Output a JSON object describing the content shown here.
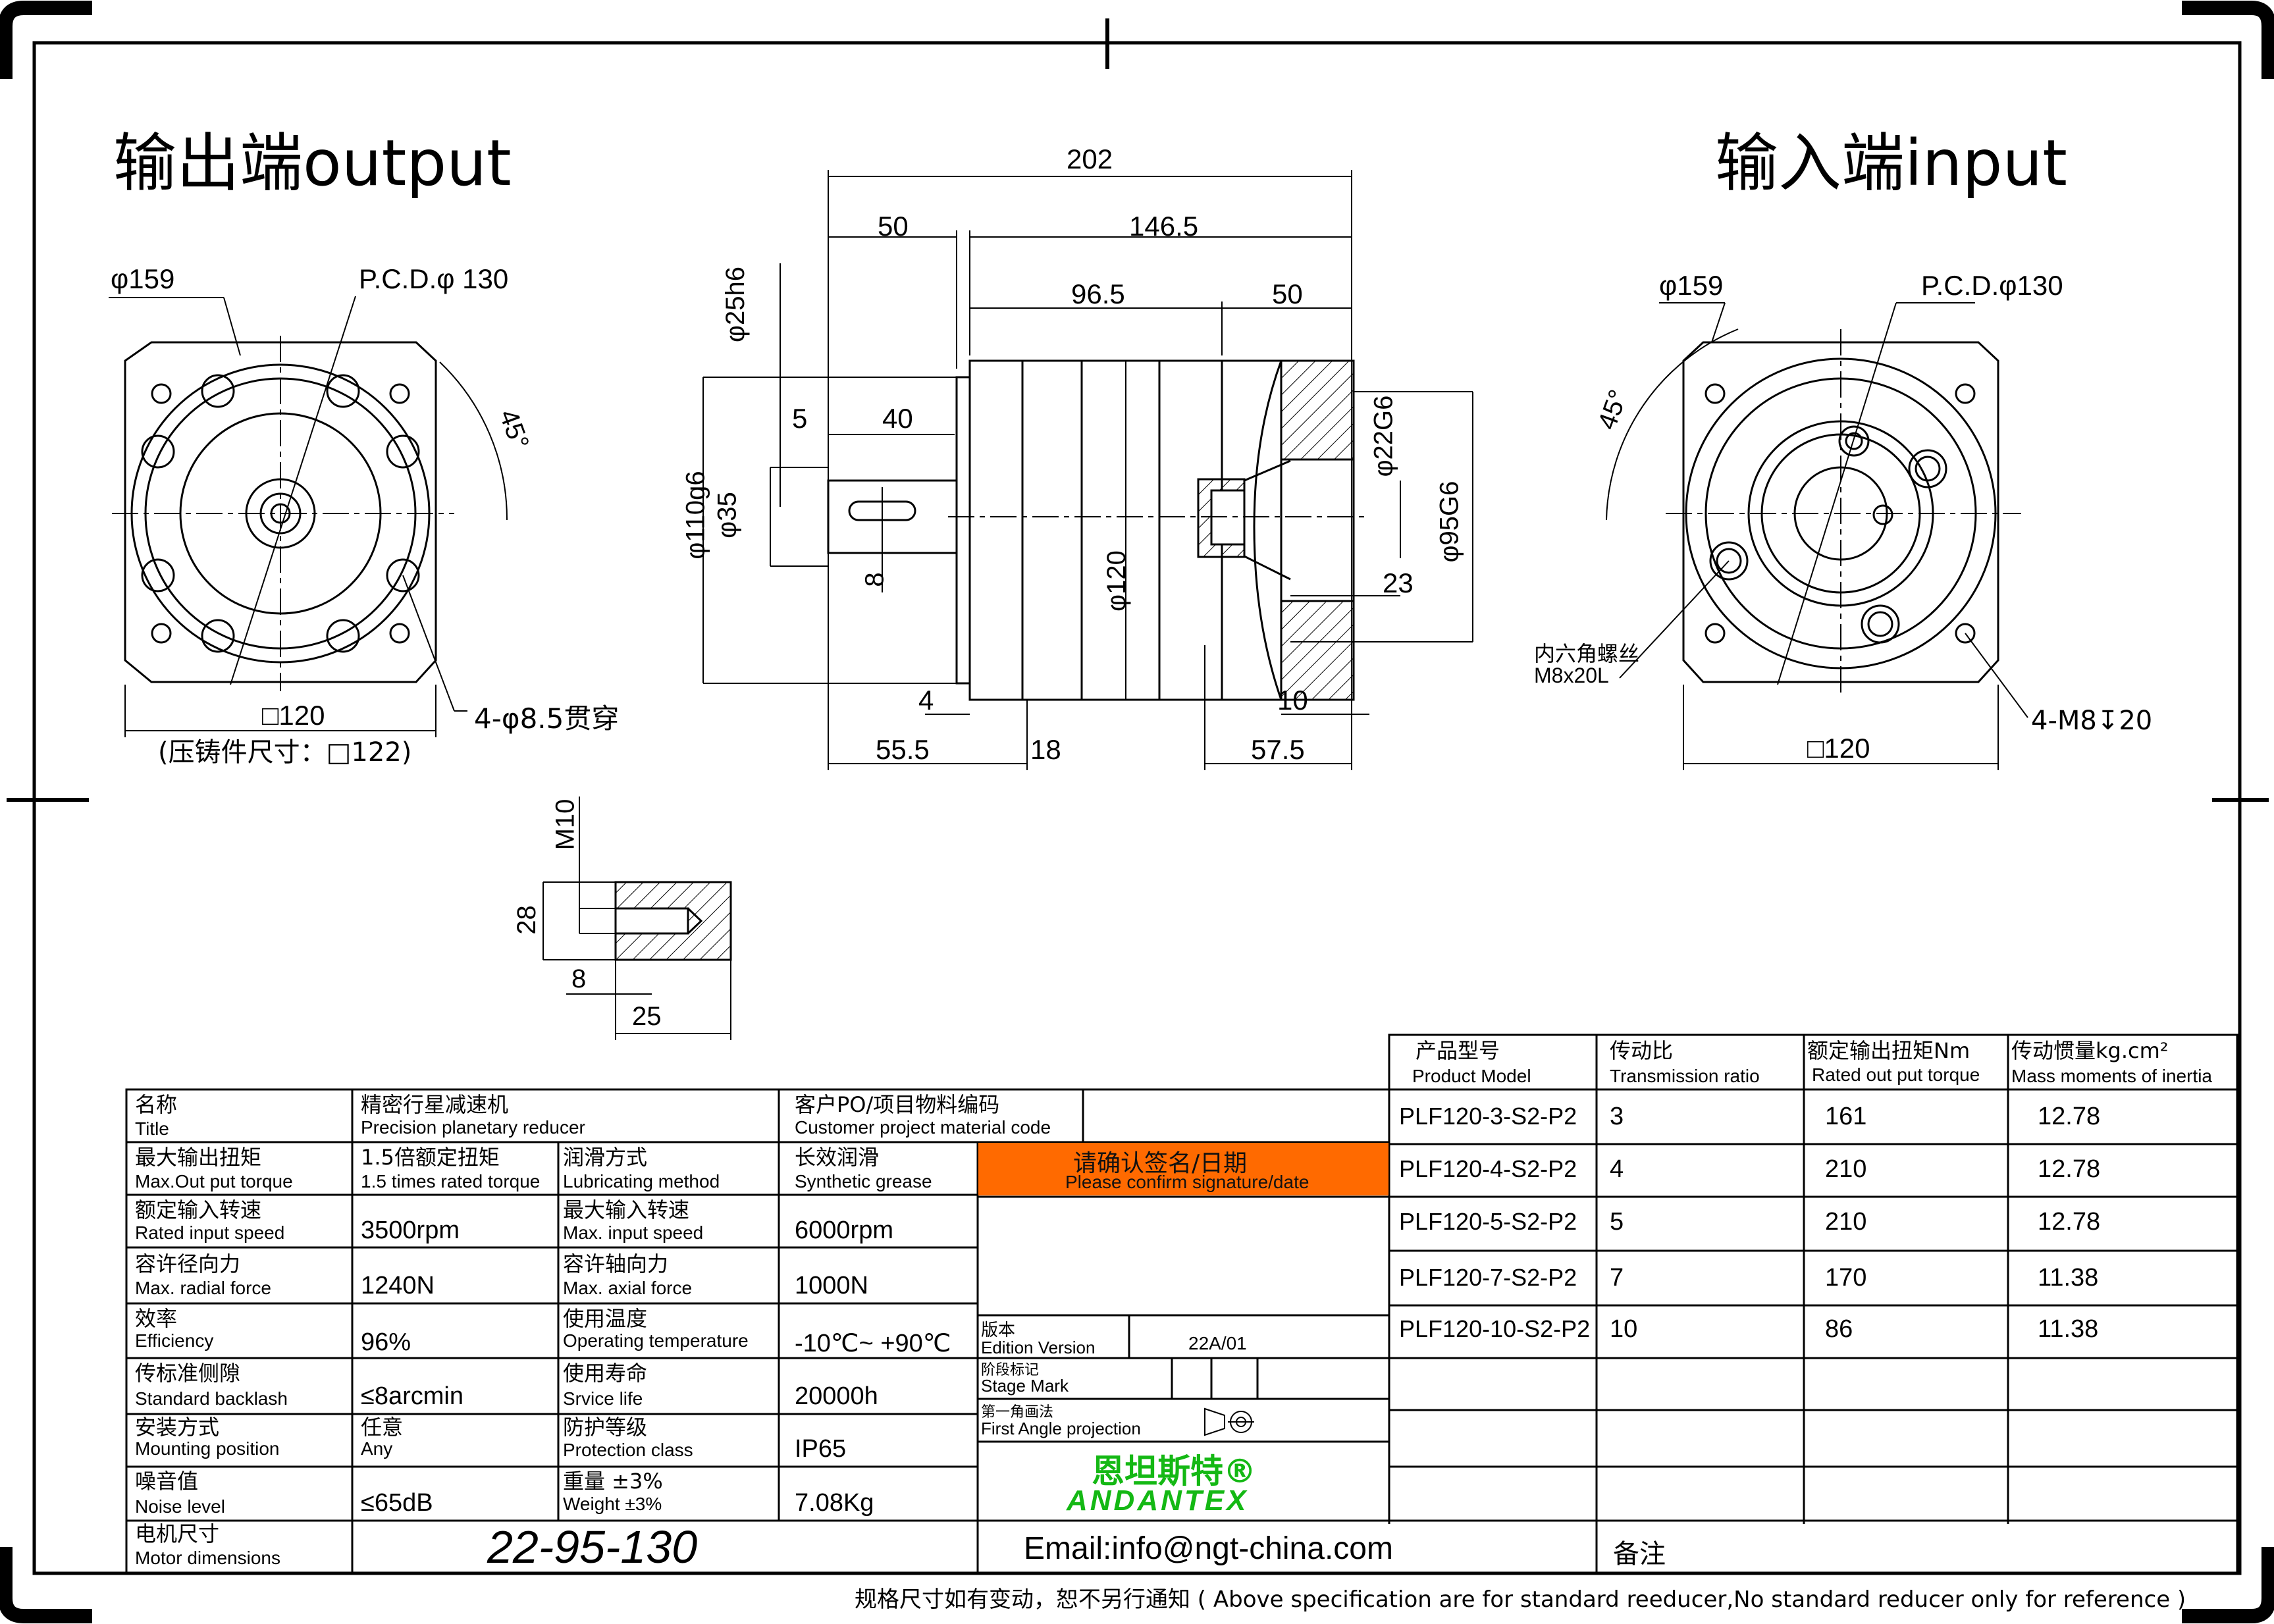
{
  "headings": {
    "output": "输出端output",
    "input": "输入端input"
  },
  "output_view": {
    "dia_outer": "φ159",
    "pcd": "P.C.D.φ 130",
    "angle": "45°",
    "holes": "4-φ8.5贯穿",
    "square": "□120",
    "casting_note": "(压铸件尺寸：□122)"
  },
  "side_view": {
    "overall_length": "202",
    "output_length": "50",
    "body_length": "146.5",
    "mid_length": "96.5",
    "input_length": "50",
    "shaft_dia": "φ25h6",
    "pilot_dia": "φ110g6",
    "shoulder_dia": "φ35",
    "key_offset": "5",
    "key_length": "40",
    "key_width": "8",
    "body_dia": "φ120",
    "bore_dia": "φ22G6",
    "spigot_dia": "φ95G6",
    "bore_depth": "23",
    "flange_thk": "4",
    "dim_55": "55.5",
    "dim_18": "18",
    "dim_10": "10",
    "dim_57": "57.5"
  },
  "input_view": {
    "dia_outer": "φ159",
    "pcd": "P.C.D.φ130",
    "angle": "45°",
    "screw_cn": "内六角螺丝",
    "screw_size": "M8x20L",
    "holes": "4-M8↧20",
    "square": "□120"
  },
  "thread_detail": {
    "thread": "M10",
    "depth_28": "28",
    "dim_8": "8",
    "dim_25": "25"
  },
  "spec_table": {
    "title_cn": "名称",
    "title_en": "Title",
    "title_val_cn": "精密行星减速机",
    "title_val_en": "Precision planetary reducer",
    "cust_cn": "客户PO/项目物料编码",
    "cust_en": "Customer project material code",
    "torque_cn": "最大输出扭矩",
    "torque_en": "Max.Out put torque",
    "torque_val_cn": "1.5倍额定扭矩",
    "torque_val_en": "1.5 times rated torque",
    "lub_cn": "润滑方式",
    "lub_en": "Lubricating method",
    "lub_val_cn": "长效润滑",
    "lub_val_en": "Synthetic grease",
    "confirm_cn": "请确认签名/日期",
    "confirm_en": "Please confirm signature/date",
    "rin_cn": "额定输入转速",
    "rin_en": "Rated input speed",
    "rin_val": "3500rpm",
    "maxin_cn": "最大输入转速",
    "maxin_en": "Max. input speed",
    "maxin_val": "6000rpm",
    "radial_cn": "容许径向力",
    "radial_en": "Max. radial force",
    "radial_val": "1240N",
    "axial_cn": "容许轴向力",
    "axial_en": "Max. axial force",
    "axial_val": "1000N",
    "eff_cn": "效率",
    "eff_en": "Efficiency",
    "eff_val": "96%",
    "temp_cn": "使用温度",
    "temp_en": "Operating temperature",
    "temp_val": "-10℃~ +90℃",
    "back_cn": "传标准侧隙",
    "back_en": "Standard backlash",
    "back_val": "≤8arcmin",
    "life_cn": "使用寿命",
    "life_en": "Srvice life",
    "life_val": "20000h",
    "mount_cn": "安装方式",
    "mount_en": "Mounting position",
    "mount_val_cn": "任意",
    "mount_val_en": "Any",
    "prot_cn": "防护等级",
    "prot_en": "Protection class",
    "prot_val": "IP65",
    "noise_cn": "噪音值",
    "noise_en": "Noise level",
    "noise_val": "≤65dB",
    "weight_cn": "重量 ±3%",
    "weight_en": "Weight ±3%",
    "weight_val": "7.08Kg",
    "motor_cn": "电机尺寸",
    "motor_en": "Motor dimensions",
    "motor_val": "22-95-130",
    "edition_cn": "版本",
    "edition_en": "Edition Version",
    "edition_val": "22A/01",
    "stage_cn": "阶段标记",
    "stage_en": "Stage Mark",
    "proj_cn": "第一角画法",
    "proj_en": "First Angle projection",
    "brand_cn": "恩坦斯特®",
    "brand_en": "ANDANTEX",
    "email": "Email:info@ngt-china.com",
    "remark": "备注"
  },
  "model_table": {
    "headers": [
      {
        "cn": "产品型号",
        "en": "Product Model"
      },
      {
        "cn": "传动比",
        "en": "Transmission ratio"
      },
      {
        "cn": "额定输出扭矩Nm",
        "en": "Rated out put torque"
      },
      {
        "cn": "传动惯量kg.cm²",
        "en": "Mass moments of inertia"
      }
    ],
    "rows": [
      [
        "PLF120-3-S2-P2",
        "3",
        "161",
        "12.78"
      ],
      [
        "PLF120-4-S2-P2",
        "4",
        "210",
        "12.78"
      ],
      [
        "PLF120-5-S2-P2",
        "5",
        "210",
        "12.78"
      ],
      [
        "PLF120-7-S2-P2",
        "7",
        "170",
        "11.38"
      ],
      [
        "PLF120-10-S2-P2",
        "10",
        "86",
        "11.38"
      ]
    ]
  },
  "footer": "规格尺寸如有变动，恕不另行通知 ( Above specification are for standard reeducer,No standard reducer only for reference )",
  "colors": {
    "confirm_bg": "#ff6a00",
    "brand_green": "#14b814"
  }
}
